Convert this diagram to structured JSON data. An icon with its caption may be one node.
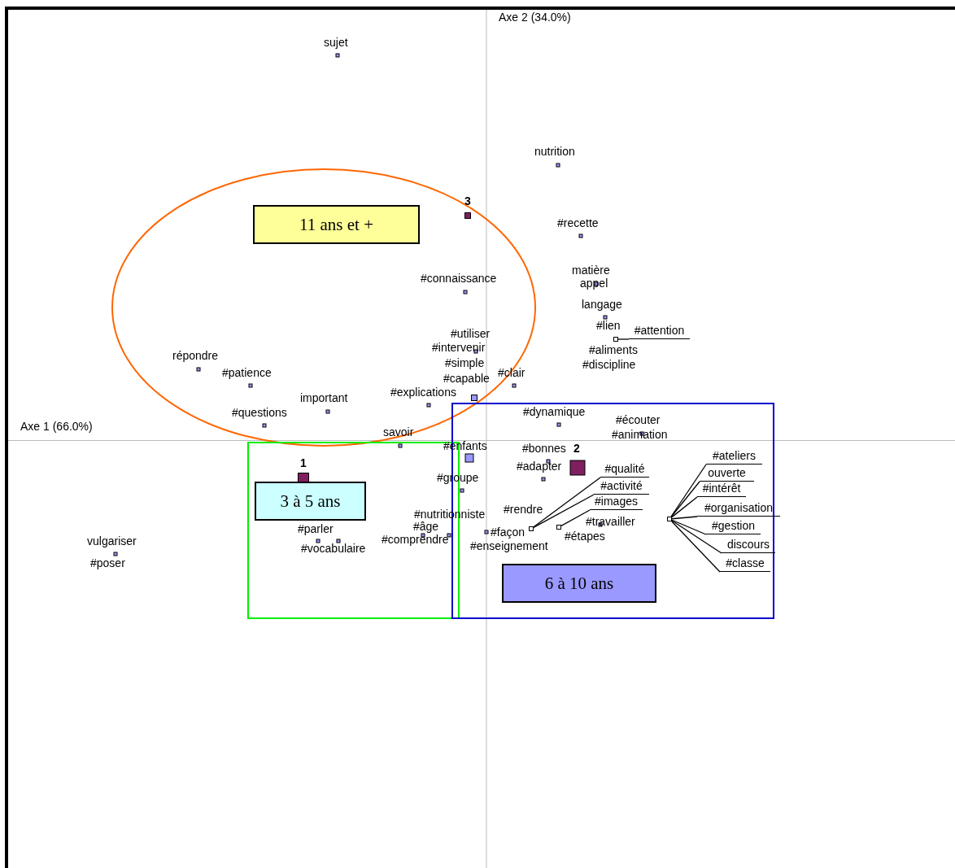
{
  "diagram": {
    "nodes": [
      {
        "text": [
          "11 ans et +"
        ]
      },
      {
        "text": [
          "3 à 5 ans"
        ]
      },
      {
        "text": [
          "6 à 10 ans"
        ]
      },
      {
        "text": [
          "#attention"
        ]
      },
      {
        "text": [],
        "shape": "square"
      },
      {
        "text": [
          "#qualité"
        ]
      },
      {
        "text": [
          "#activité"
        ]
      },
      {
        "text": [],
        "shape": "square"
      },
      {
        "text": [
          "#images"
        ]
      },
      {
        "text": [],
        "shape": "square"
      },
      {
        "text": [
          "#ateliers"
        ]
      },
      {
        "text": [
          "ouverte"
        ]
      },
      {
        "text": [
          "#intérêt"
        ]
      },
      {
        "text": [
          "#organisation"
        ]
      },
      {
        "text": [
          "#gestion"
        ]
      },
      {
        "text": [
          "discours"
        ]
      },
      {
        "text": [
          "#classe"
        ]
      },
      {
        "text": [],
        "shape": "square"
      }
    ],
    "edges": [
      {
        "from": 4,
        "to": 3,
        "arrow": "none"
      },
      {
        "from": 7,
        "to": 5,
        "arrow": "none"
      },
      {
        "from": 7,
        "to": 6,
        "arrow": "none"
      },
      {
        "from": 9,
        "to": 8,
        "arrow": "none"
      },
      {
        "from": 17,
        "to": 10,
        "arrow": "none"
      },
      {
        "from": 17,
        "to": 11,
        "arrow": "none"
      },
      {
        "from": 17,
        "to": 12,
        "arrow": "none"
      },
      {
        "from": 17,
        "to": 13,
        "arrow": "none"
      },
      {
        "from": 17,
        "to": 14,
        "arrow": "none"
      },
      {
        "from": 17,
        "to": 15,
        "arrow": "none"
      },
      {
        "from": 17,
        "to": 16,
        "arrow": "none"
      }
    ],
    "labels": [
      "Axe 2 (34.0%)",
      "sujet",
      "nutrition",
      "3",
      "#recette",
      "matière",
      "#connaissance",
      "appel",
      "langage",
      "#lien",
      "#utiliser",
      "#aliments",
      "#intervenir",
      "répondre",
      "#discipline",
      "#simple",
      "#patience",
      "#clair",
      "#capable",
      "#explications",
      "important",
      "#dynamique",
      "#questions",
      "#écouter",
      "Axe 1 (66.0%)",
      "savoir",
      "#animation",
      "#enfants",
      "#bonnes",
      "2",
      "1",
      "#adapter",
      "#groupe",
      "#rendre",
      "#nutritionniste",
      "#travailler",
      "#âge",
      "#parler",
      "#façon",
      "#étapes",
      "#comprendre",
      "vulgariser",
      "#enseignement",
      "#vocabulaire",
      "#poser"
    ]
  }
}
